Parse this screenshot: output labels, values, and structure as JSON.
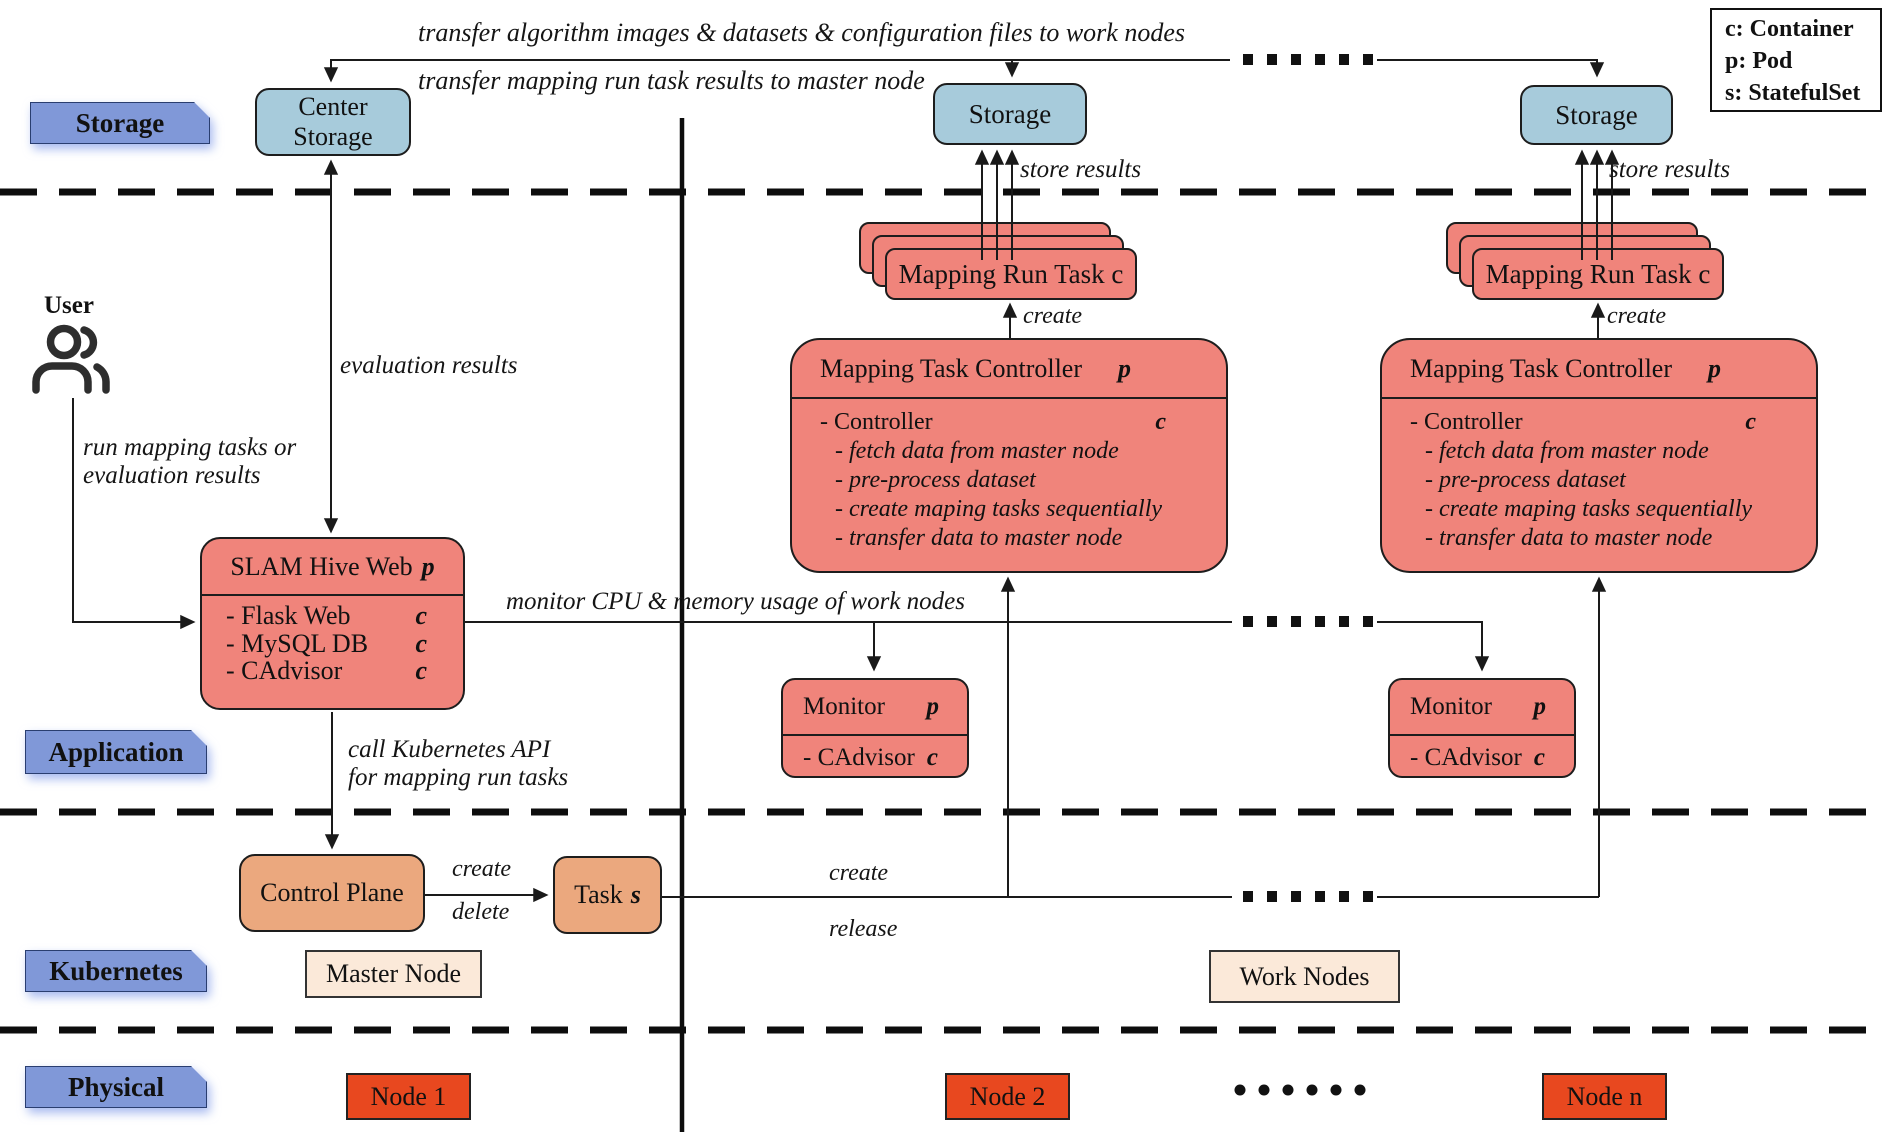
{
  "colors": {
    "salmon_box": "#F0847B",
    "storage_blue": "#A7CBDB",
    "layer_label_blue": "#8098D8",
    "control_peach": "#EBA87E",
    "node_cream": "#FBE9D9",
    "physical_node_orange": "#E8481F",
    "line": "#1a1a1a"
  },
  "legend": {
    "lines": [
      "c: Container",
      "p: Pod",
      "s: StatefulSet"
    ]
  },
  "layer_labels": {
    "storage": "Storage",
    "application": "Application",
    "kubernetes": "Kubernetes",
    "physical": "Physical"
  },
  "user": {
    "label": "User"
  },
  "top": {
    "line1": "transfer algorithm images & datasets & configuration files to work nodes",
    "line2": "transfer mapping run task results to master node"
  },
  "center_storage": {
    "line1": "Center",
    "line2": "Storage"
  },
  "storage_box": {
    "label": "Storage"
  },
  "slam": {
    "title": "SLAM Hive Web",
    "badge": "p",
    "items": [
      {
        "label": "- Flask Web",
        "badge": "c"
      },
      {
        "label": "- MySQL DB",
        "badge": "c"
      },
      {
        "label": "- CAdvisor",
        "badge": "c"
      }
    ]
  },
  "run_task": {
    "label": "Mapping Run Task c"
  },
  "controller": {
    "title": "Mapping Task Controller",
    "badge": "p",
    "item0": {
      "label": "- Controller",
      "badge": "c"
    },
    "items": [
      "- fetch data from master node",
      "- pre-process dataset",
      "- create maping tasks sequentially",
      "- transfer data to master node"
    ]
  },
  "monitor": {
    "title": "Monitor",
    "badge": "p",
    "item": "- CAdvisor",
    "item_badge": "c"
  },
  "control_plane": {
    "label": "Control Plane"
  },
  "task": {
    "label": "Task",
    "badge": "s"
  },
  "master_node": {
    "label": "Master Node"
  },
  "work_nodes": {
    "label": "Work Nodes"
  },
  "nodes": {
    "node1": "Node 1",
    "node2": "Node 2",
    "noden": "Node n"
  },
  "edge_labels": {
    "store_results": "store results",
    "create": "create",
    "delete": "delete",
    "release": "release",
    "evaluation_results": "evaluation results",
    "run_mapping_1": "run mapping tasks or",
    "run_mapping_2": "evaluation results",
    "monitor_usage": "monitor CPU & memory usage of work nodes",
    "call_api_1": "call Kubernetes API",
    "call_api_2": "for mapping run tasks"
  }
}
